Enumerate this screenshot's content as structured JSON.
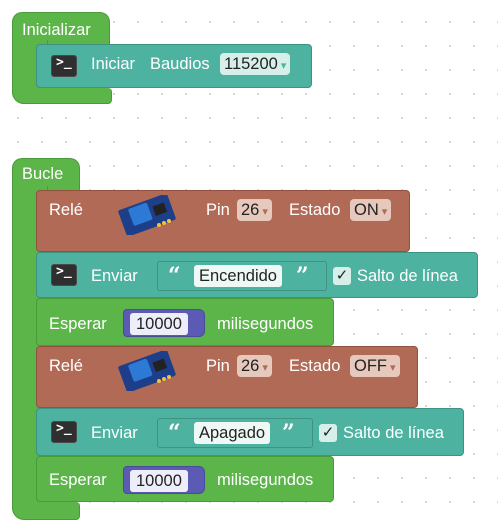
{
  "setup": {
    "hat_label": "Inicializar",
    "start_label": "Iniciar",
    "baud_label": "Baudios",
    "baud_value": "115200"
  },
  "loop": {
    "hat_label": "Bucle",
    "blocks": [
      {
        "relay_label": "Relé",
        "pin_label": "Pin",
        "pin_value": "26",
        "state_label": "Estado",
        "state_value": "ON"
      },
      {
        "send_label": "Enviar",
        "text_value": "Encendido",
        "newline_label": "Salto de línea",
        "newline_checked": true
      },
      {
        "wait_label": "Esperar",
        "wait_value": "10000",
        "unit_label": "milisegundos"
      },
      {
        "relay_label": "Relé",
        "pin_label": "Pin",
        "pin_value": "26",
        "state_label": "Estado",
        "state_value": "OFF"
      },
      {
        "send_label": "Enviar",
        "text_value": "Apagado",
        "newline_label": "Salto de línea",
        "newline_checked": true
      },
      {
        "wait_label": "Esperar",
        "wait_value": "10000",
        "unit_label": "milisegundos"
      }
    ]
  },
  "icons": {
    "dropdown": "▾",
    "open_quote": "“",
    "close_quote": "”",
    "check": "✓",
    "terminal": ">_"
  },
  "colors": {
    "event_block": "#5bb549",
    "serial_block": "#4db3a0",
    "relay_block": "#b06a55",
    "number_block": "#5b5bb5"
  }
}
